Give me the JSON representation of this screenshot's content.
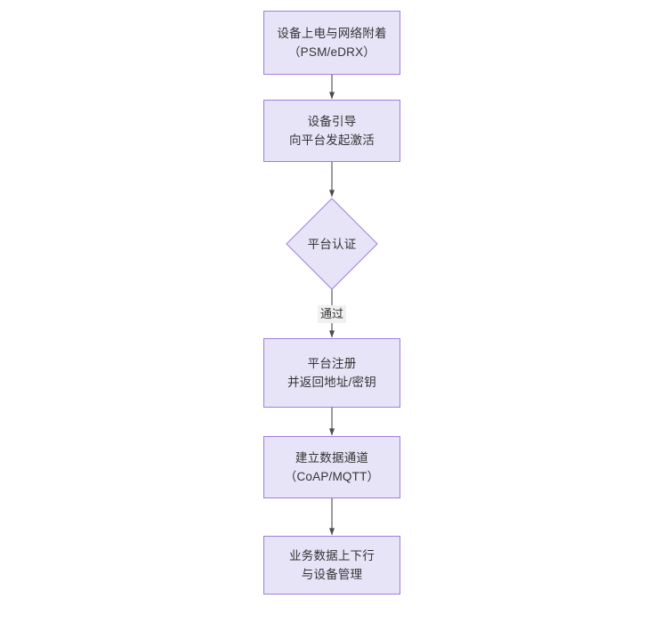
{
  "diagram": {
    "type": "flowchart",
    "orientation": "top-to-bottom",
    "background_color": "#ffffff",
    "node_fill_color": "#e8e4f8",
    "node_border_color": "#9f7de0",
    "node_text_color": "#333333",
    "connector_color": "#4a4a52",
    "edge_label_background": "#f0f0f0",
    "nodes": [
      {
        "id": "power-on",
        "shape": "rectangle",
        "line1": "设备上电与网络附着",
        "line2": "（PSM/eDRX）"
      },
      {
        "id": "bootstrap",
        "shape": "rectangle",
        "line1": "设备引导",
        "line2": "向平台发起激活"
      },
      {
        "id": "platform-auth",
        "shape": "diamond",
        "line1": "平台认证",
        "line2": ""
      },
      {
        "id": "platform-register",
        "shape": "rectangle",
        "line1": "平台注册",
        "line2": "并返回地址/密钥"
      },
      {
        "id": "data-channel",
        "shape": "rectangle",
        "line1": "建立数据通道",
        "line2": "（CoAP/MQTT）"
      },
      {
        "id": "business-data",
        "shape": "rectangle",
        "line1": "业务数据上下行",
        "line2": "与设备管理"
      }
    ],
    "edges": [
      {
        "id": "e1",
        "from": "power-on",
        "to": "bootstrap",
        "label": ""
      },
      {
        "id": "e2",
        "from": "bootstrap",
        "to": "platform-auth",
        "label": ""
      },
      {
        "id": "e3",
        "from": "platform-auth",
        "to": "platform-register",
        "label": "通过"
      },
      {
        "id": "e4",
        "from": "platform-register",
        "to": "data-channel",
        "label": ""
      },
      {
        "id": "e5",
        "from": "data-channel",
        "to": "business-data",
        "label": ""
      }
    ]
  }
}
